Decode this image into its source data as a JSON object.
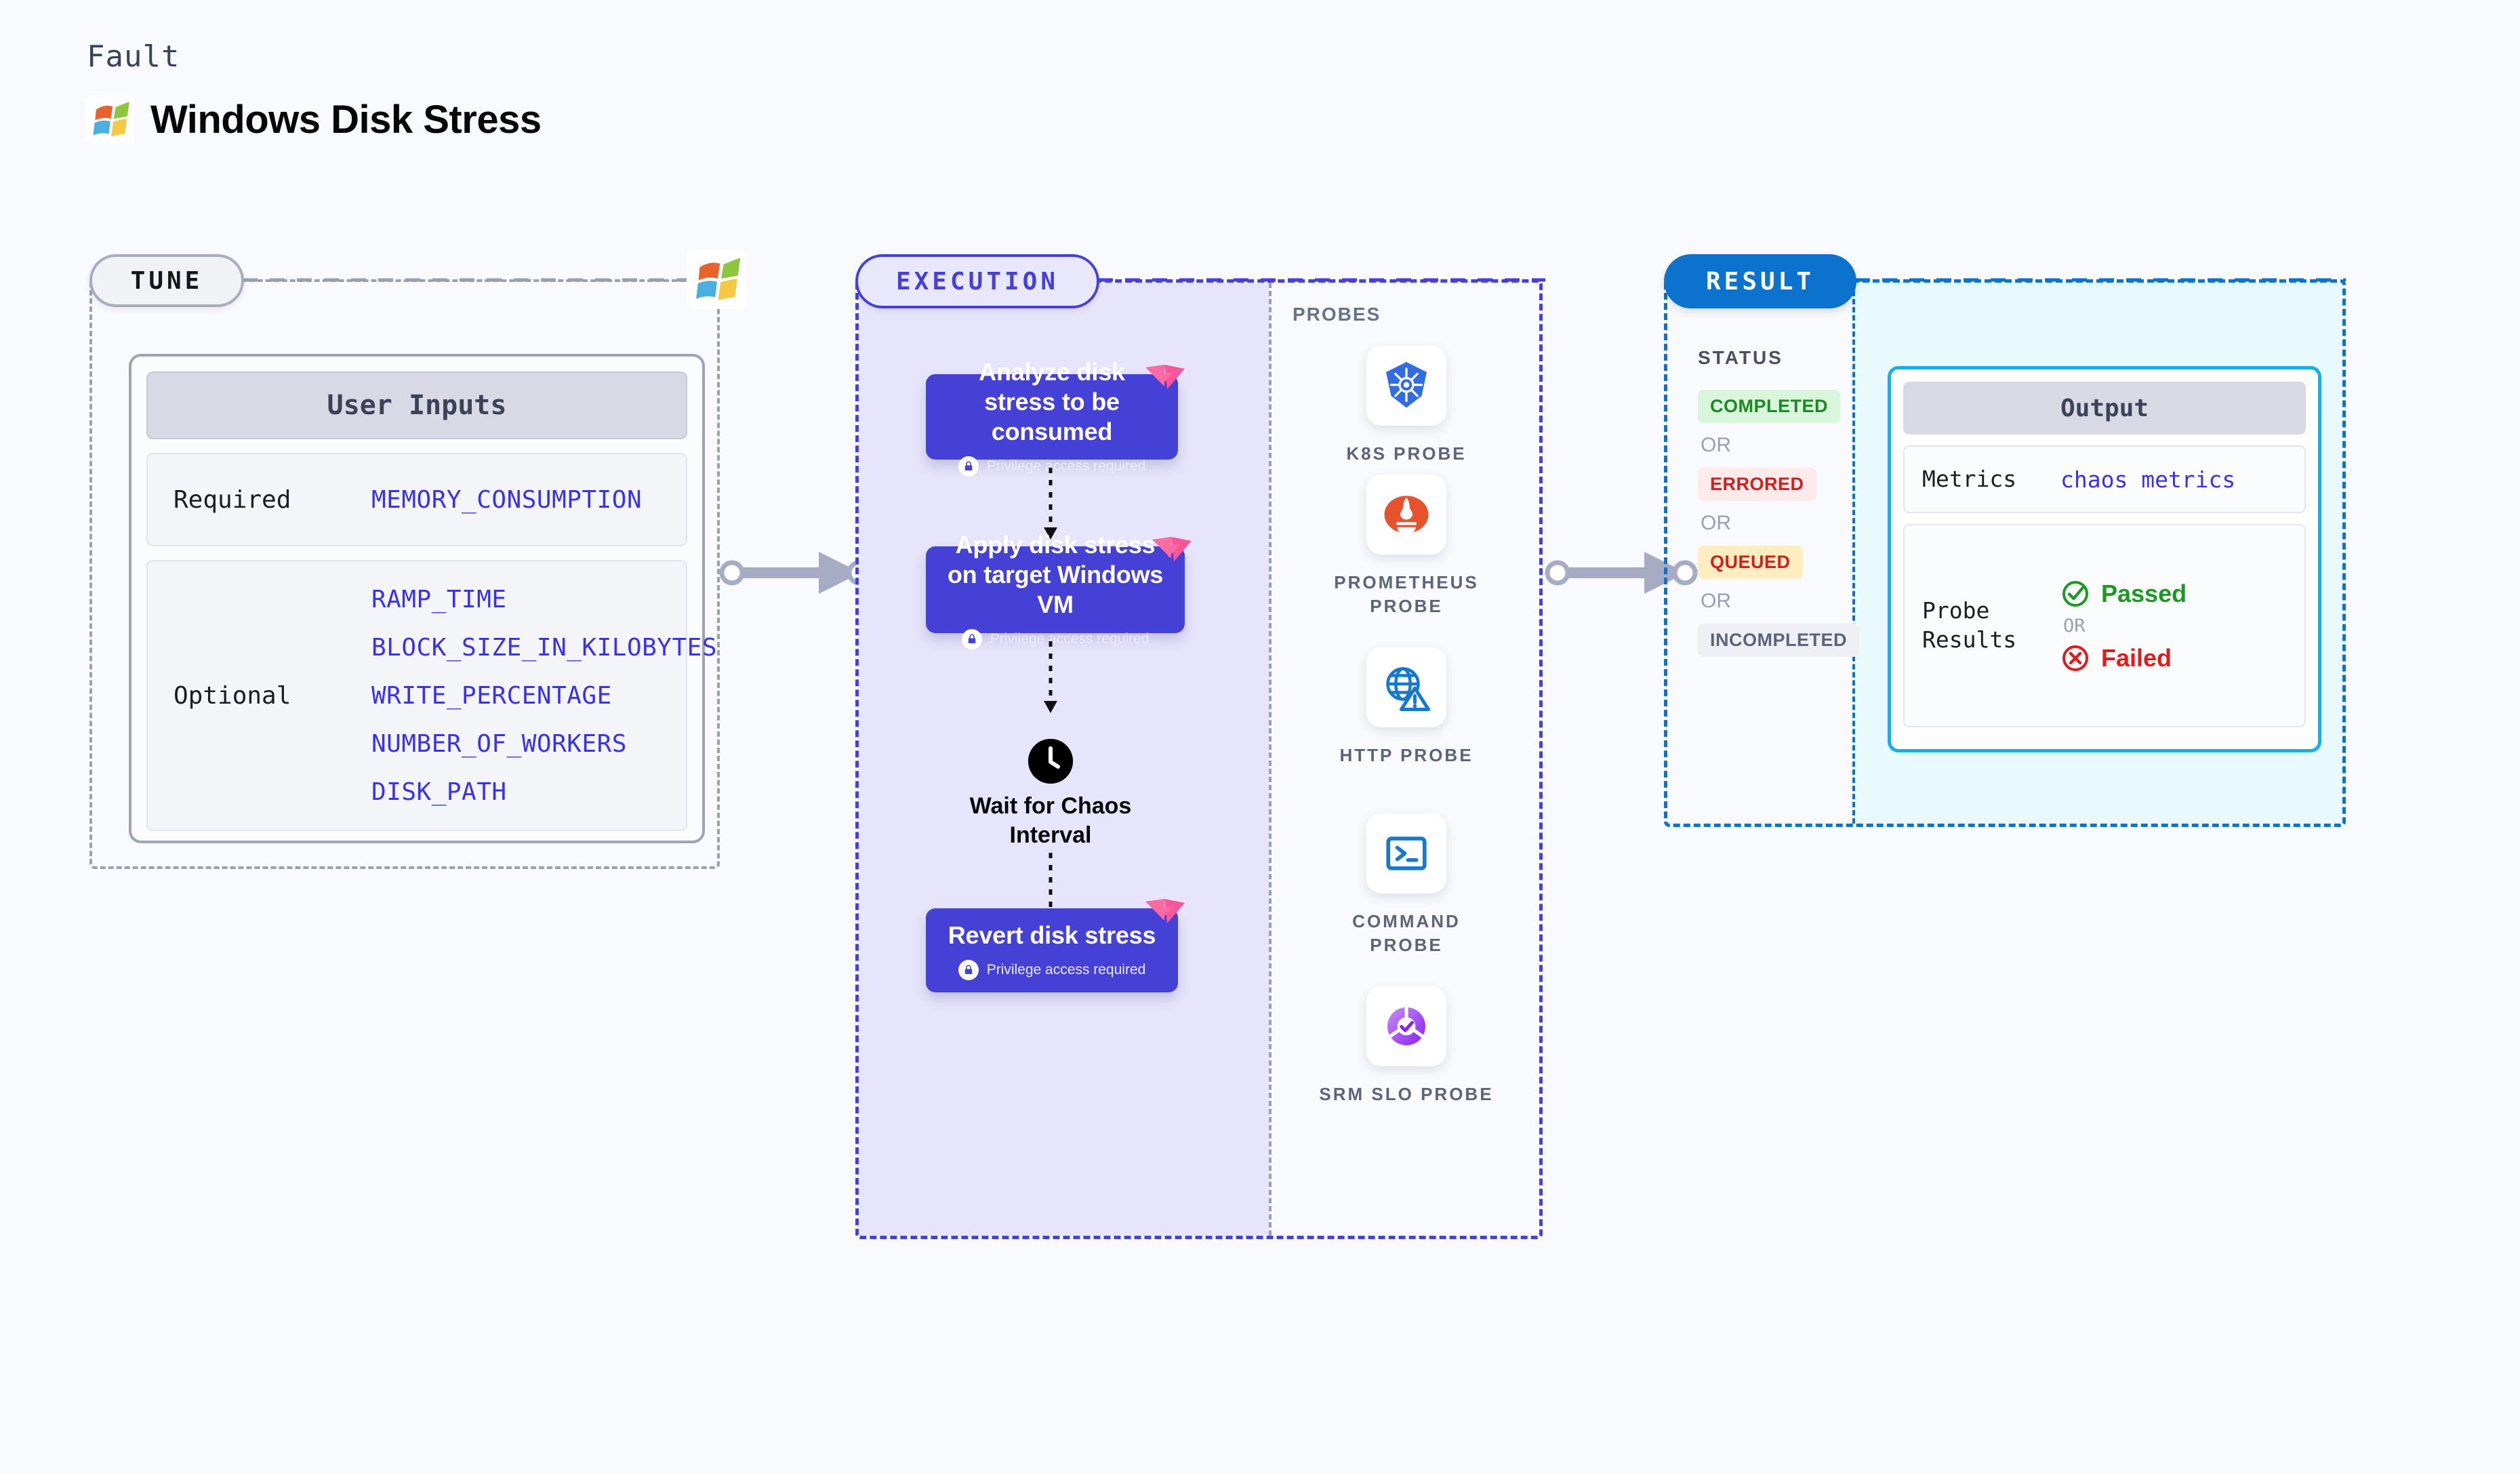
{
  "header": {
    "kicker": "Fault",
    "title": "Windows Disk Stress",
    "logo_icon": "windows-logo-icon"
  },
  "tune": {
    "badge": "TUNE",
    "logo_icon": "windows-logo-icon",
    "card": {
      "heading": "User Inputs",
      "required_label": "Required",
      "required_params": [
        "MEMORY_CONSUMPTION"
      ],
      "optional_label": "Optional",
      "optional_params": [
        "RAMP_TIME",
        "BLOCK_SIZE_IN_KILOBYTES",
        "WRITE_PERCENTAGE",
        "NUMBER_OF_WORKERS",
        "DISK_PATH"
      ]
    }
  },
  "execution": {
    "badge": "EXECUTION",
    "steps": [
      {
        "title": "Analyze disk stress to be consumed",
        "privilege": "Privilege access required",
        "badge_icon": "pink-ribbon-icon",
        "lock_icon": "lock-icon"
      },
      {
        "title": "Apply disk stress on target Windows VM",
        "privilege": "Privilege access required",
        "badge_icon": "pink-ribbon-icon",
        "lock_icon": "lock-icon"
      },
      {
        "title": "Revert disk stress",
        "privilege": "Privilege access required",
        "badge_icon": "pink-ribbon-icon",
        "lock_icon": "lock-icon"
      }
    ],
    "wait": {
      "label": "Wait for Chaos Interval",
      "icon": "clock-icon"
    }
  },
  "probes": {
    "title": "PROBES",
    "items": [
      {
        "name": "K8S PROBE",
        "icon": "kubernetes-icon"
      },
      {
        "name": "PROMETHEUS PROBE",
        "icon": "prometheus-icon"
      },
      {
        "name": "HTTP PROBE",
        "icon": "globe-warning-icon"
      },
      {
        "name": "COMMAND PROBE",
        "icon": "terminal-icon"
      },
      {
        "name": "SRM SLO PROBE",
        "icon": "srm-slo-icon"
      }
    ]
  },
  "result": {
    "badge": "RESULT",
    "status_title": "STATUS",
    "or_text": "OR",
    "statuses": [
      {
        "label": "COMPLETED",
        "bg": "#d9f5dc",
        "fg": "#1a8a22"
      },
      {
        "label": "ERRORED",
        "bg": "#fdeaea",
        "fg": "#cf2020"
      },
      {
        "label": "QUEUED",
        "bg": "#fdedc0",
        "fg": "#cf2020"
      },
      {
        "label": "INCOMPLETED",
        "bg": "#eef0f5",
        "fg": "#5d647a"
      }
    ],
    "output": {
      "heading": "Output",
      "metrics_label": "Metrics",
      "metrics_value": "chaos metrics",
      "probe_results_label": "Probe Results",
      "passed_label": "Passed",
      "failed_label": "Failed",
      "or_text": "OR",
      "passed_icon": "check-circle-icon",
      "failed_icon": "x-circle-icon"
    }
  },
  "colors": {
    "background": "#f9fafd",
    "tune_border": "#9aa0ae",
    "execution_accent": "#4640d8",
    "execution_fill": "#e6e5fb",
    "result_accent": "#0b72ce",
    "result_fill": "#e8fafe",
    "output_border": "#14b1e7",
    "step_bg": "#4540d6",
    "param_text": "#3c31e8",
    "ribbon": "#fb6aa0",
    "passed": "#1a9a22",
    "failed": "#e01b1b"
  }
}
